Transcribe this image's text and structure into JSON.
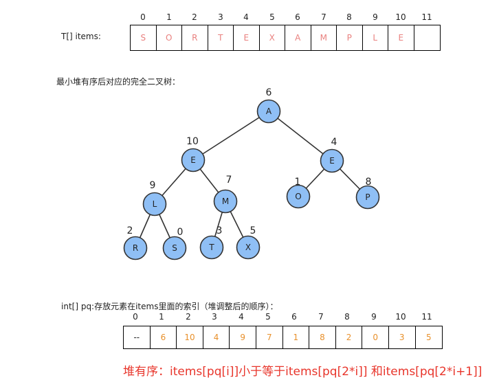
{
  "items_array": {
    "label": "T[] items:",
    "indices": [
      "0",
      "1",
      "2",
      "3",
      "4",
      "5",
      "6",
      "7",
      "8",
      "9",
      "10",
      "11"
    ],
    "cells": [
      "S",
      "O",
      "R",
      "T",
      "E",
      "X",
      "A",
      "M",
      "P",
      "L",
      "E",
      ""
    ]
  },
  "tree_caption": "最小堆有序后对应的完全二叉树：",
  "tree": {
    "nodes": [
      {
        "letter": "A",
        "index": "6"
      },
      {
        "letter": "E",
        "index": "10"
      },
      {
        "letter": "E",
        "index": "4"
      },
      {
        "letter": "L",
        "index": "9"
      },
      {
        "letter": "M",
        "index": "7"
      },
      {
        "letter": "O",
        "index": "1"
      },
      {
        "letter": "P",
        "index": "8"
      },
      {
        "letter": "R",
        "index": "2"
      },
      {
        "letter": "S",
        "index": "0"
      },
      {
        "letter": "T",
        "index": "3"
      },
      {
        "letter": "X",
        "index": "5"
      }
    ],
    "node_fill": "#8fbff5",
    "node_stroke": "#333333"
  },
  "pq_array": {
    "caption": "int[] pq:存放元素在items里面的索引（堆调整后的顺序）：",
    "indices": [
      "0",
      "1",
      "2",
      "3",
      "4",
      "5",
      "6",
      "7",
      "8",
      "9",
      "10",
      "11"
    ],
    "cells": [
      "--",
      "6",
      "10",
      "4",
      "9",
      "7",
      "1",
      "8",
      "2",
      "0",
      "3",
      "5"
    ]
  },
  "formula": "堆有序：items[pq[i]]小于等于items[pq[2*i]] 和items[pq[2*i+1]]",
  "colors": {
    "items_text": "#e9817f",
    "pq_text": "#e8902b",
    "formula_text": "#e8352b"
  }
}
